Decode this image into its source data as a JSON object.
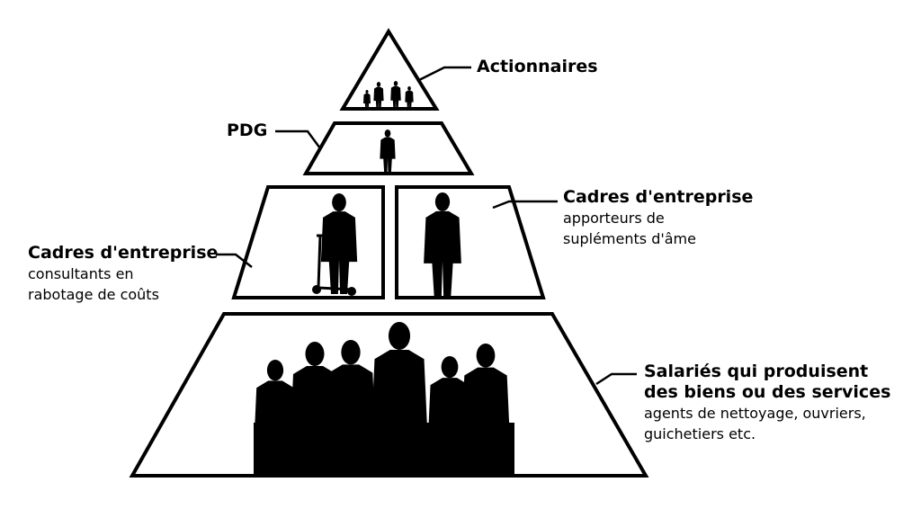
{
  "levels": {
    "shareholders": {
      "title": "Actionnaires"
    },
    "ceo": {
      "title": "PDG"
    },
    "managers_left": {
      "title": "Cadres d'entreprise",
      "line1": "consultants en",
      "line2": "rabotage de coûts"
    },
    "managers_right": {
      "title": "Cadres d'entreprise",
      "line1": "apporteurs de",
      "line2": "supléments d'âme"
    },
    "workers": {
      "title_line1": "Salariés qui produisent",
      "title_line2": "des biens ou des services",
      "line1": "agents de nettoyage, ouvriers,",
      "line2": "guichetiers etc."
    }
  },
  "colors": {
    "ink": "#000000",
    "background": "#ffffff"
  }
}
